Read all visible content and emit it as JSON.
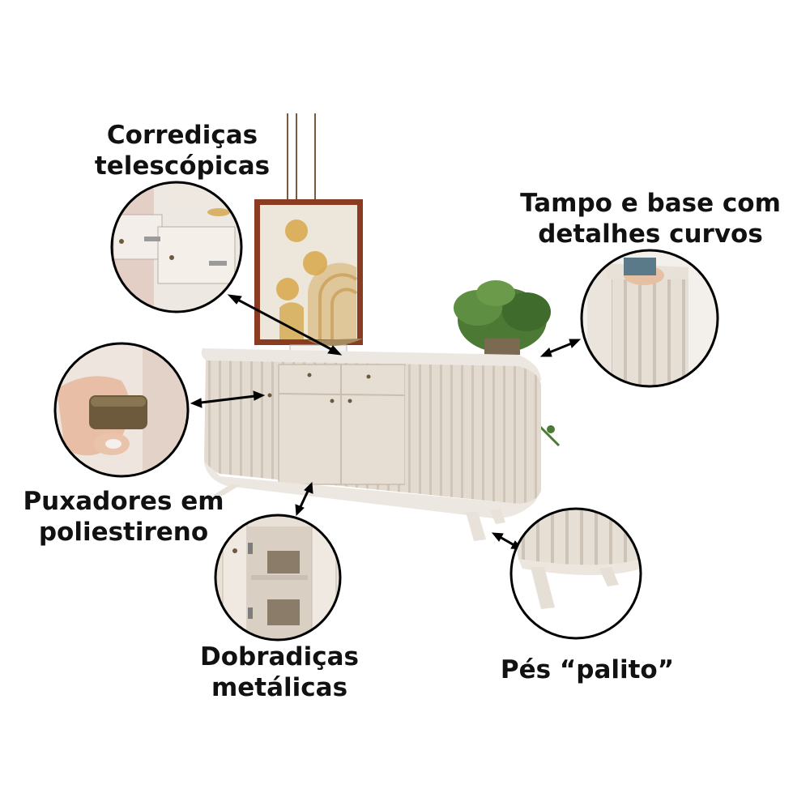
{
  "callouts": {
    "slides": {
      "line1": "Corrediças",
      "line2": "telescópicas"
    },
    "top": {
      "line1": "Tampo e base com",
      "line2": "detalhes curvos"
    },
    "handles": {
      "line1": "Puxadores em",
      "line2": "poliestireno"
    },
    "hinges": {
      "line1": "Dobradiças",
      "line2": "metálicas"
    },
    "feet": {
      "line1": "Pés “palito”"
    }
  },
  "colors": {
    "cabinet": "#e3dbd0",
    "cabinet_shadow": "#cfc5b8",
    "marble": "#ece7e1",
    "frame": "#8a3c22",
    "plant": "#4c7a35",
    "metal_handle": "#6d5a3d"
  }
}
